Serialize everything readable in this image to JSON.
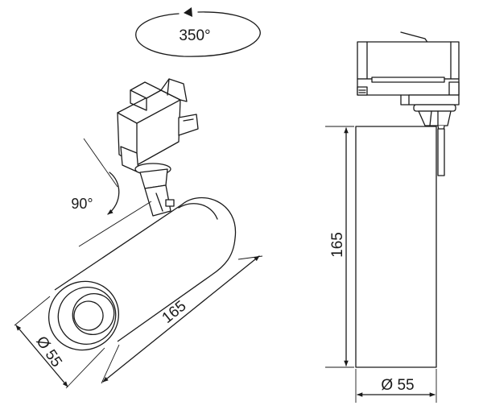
{
  "labels": {
    "rotation_horizontal": "350°",
    "rotation_vertical": "90°",
    "length_iso": "165",
    "diameter_iso": "Ø 55",
    "length_side": "165",
    "diameter_side": "Ø 55"
  }
}
